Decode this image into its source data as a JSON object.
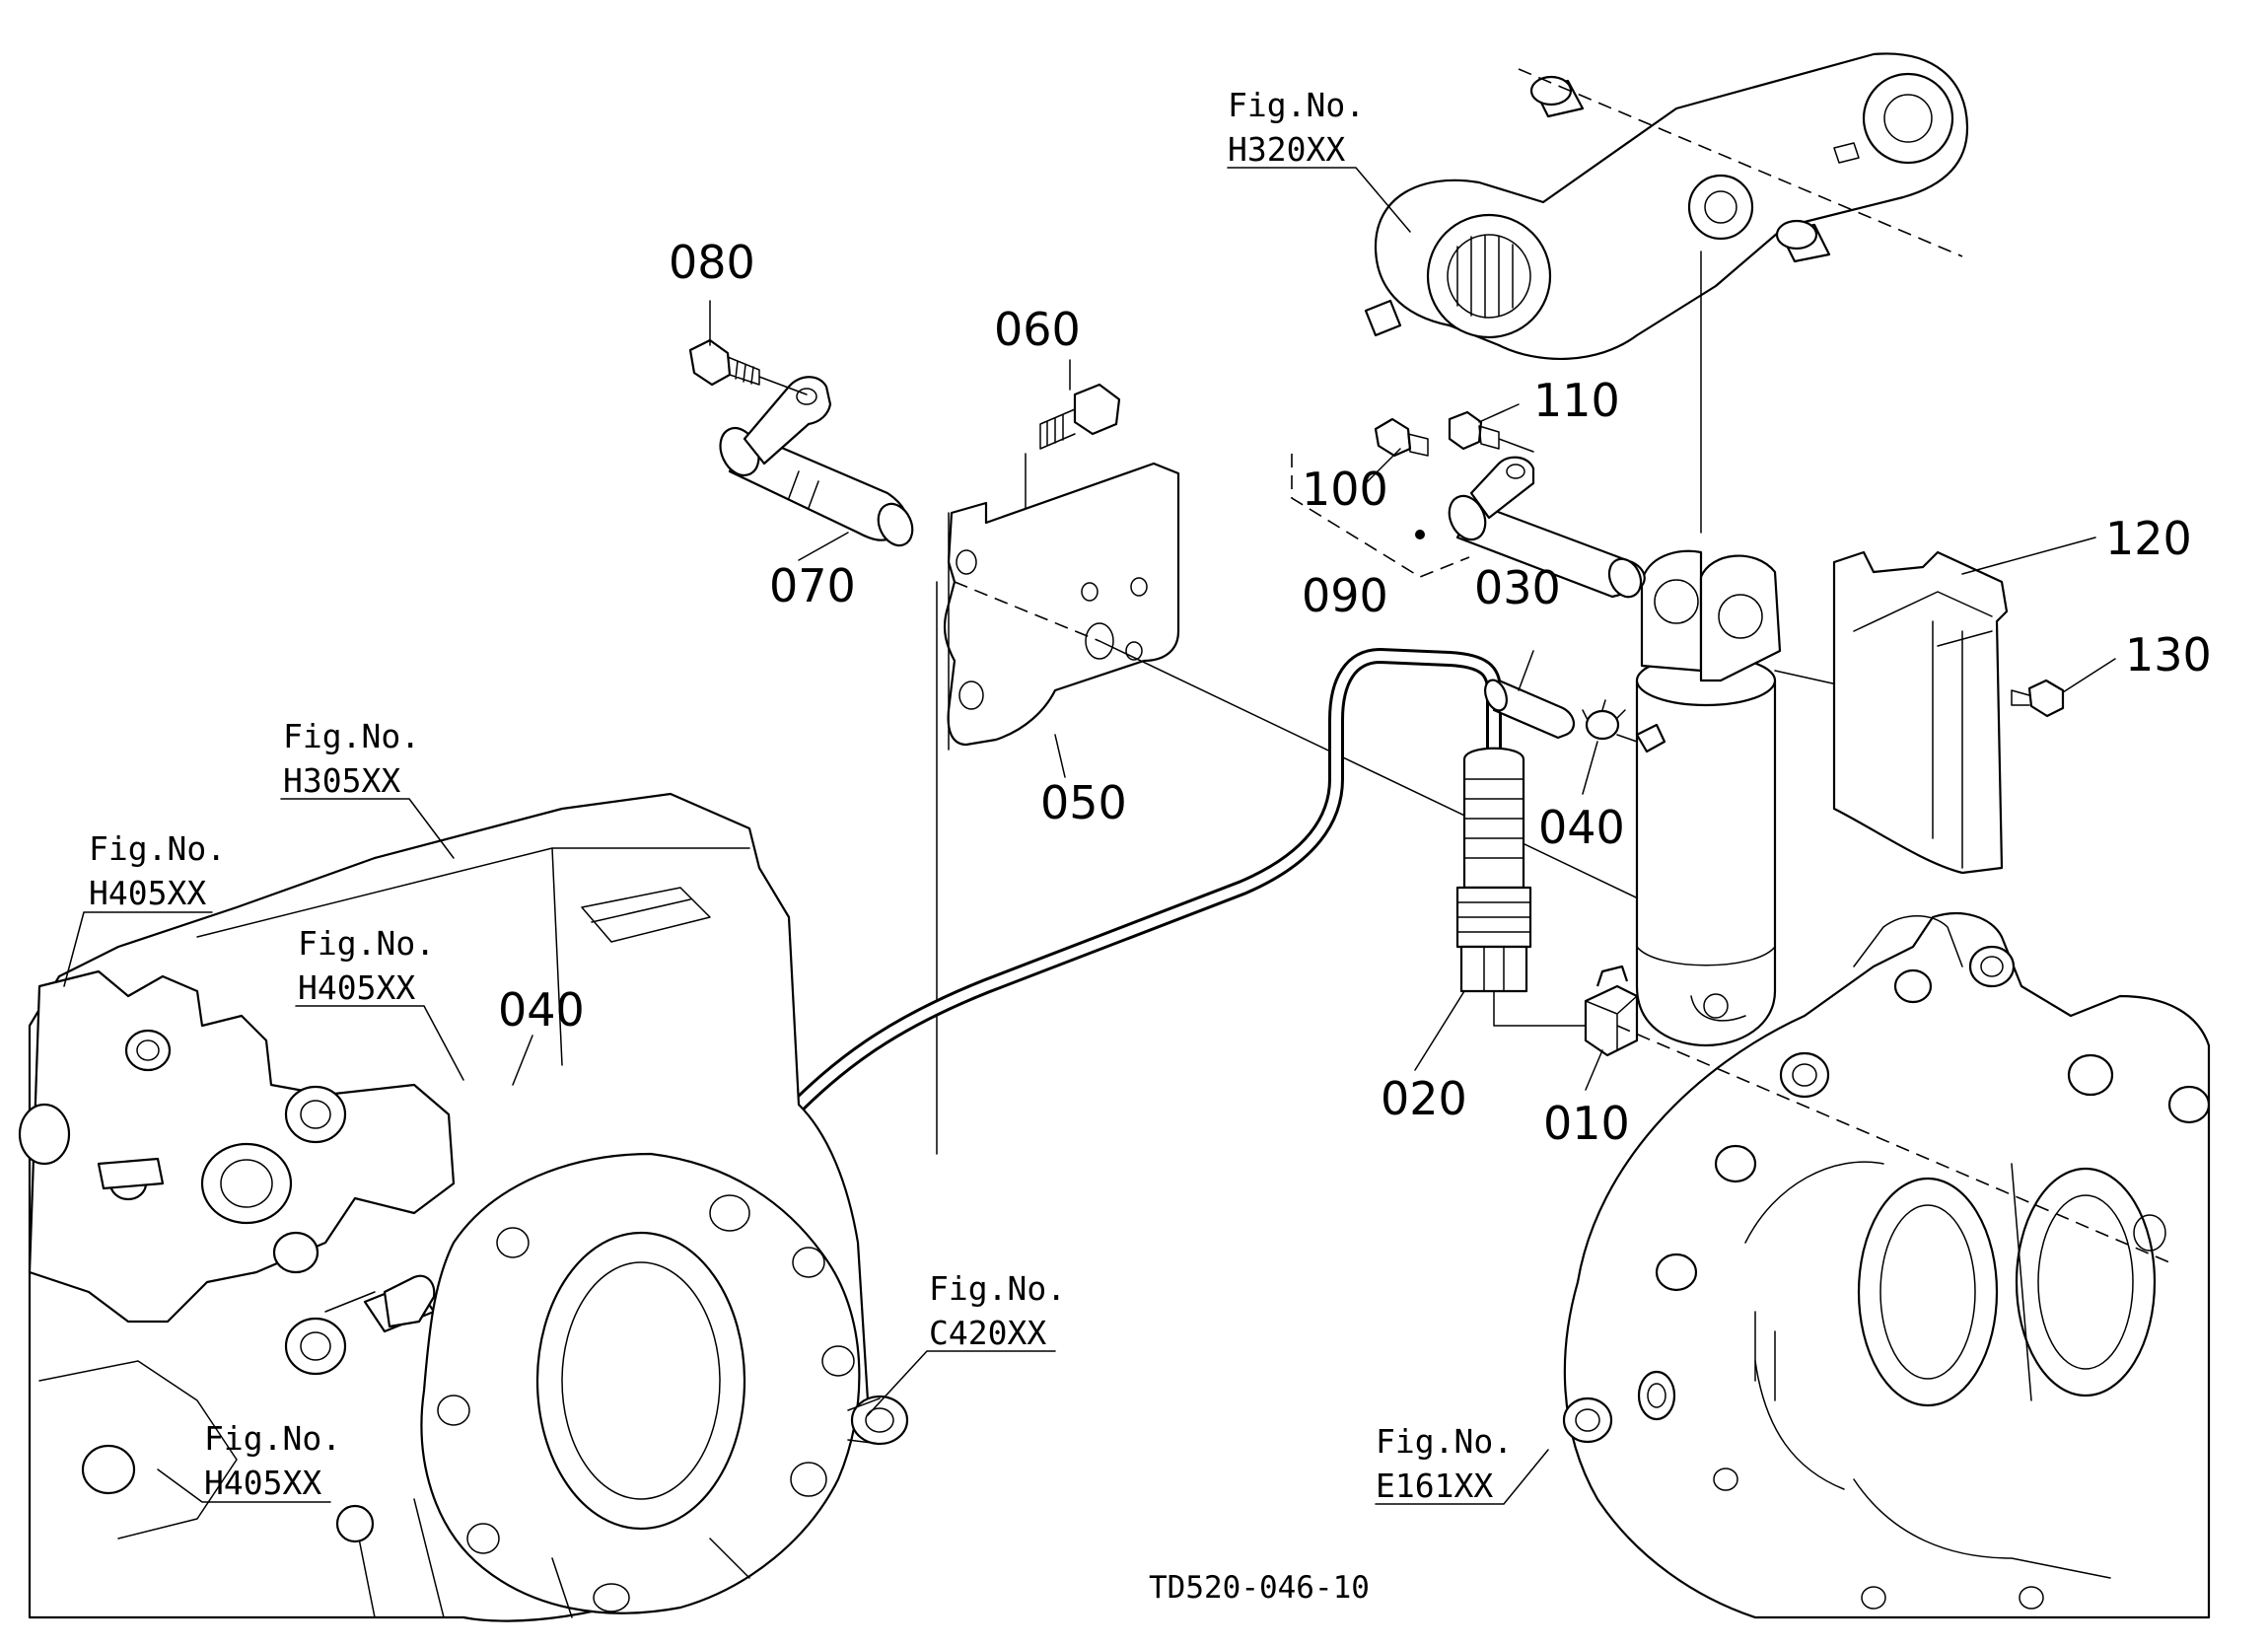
{
  "callouts": {
    "c010": "010",
    "c020": "020",
    "c030": "030",
    "c040_right": "040",
    "c040_left": "040",
    "c050": "050",
    "c060": "060",
    "c070": "070",
    "c080": "080",
    "c090": "090",
    "c100": "100",
    "c110": "110",
    "c120": "120",
    "c130": "130"
  },
  "figure_refs": {
    "ref_label": "Fig.No.",
    "h320": "H320XX",
    "h305": "H305XX",
    "h405_a": "H405XX",
    "h405_b": "H405XX",
    "h405_c": "H405XX",
    "c420": "C420XX",
    "e161": "E161XX"
  },
  "document_id": "TD520-046-10"
}
